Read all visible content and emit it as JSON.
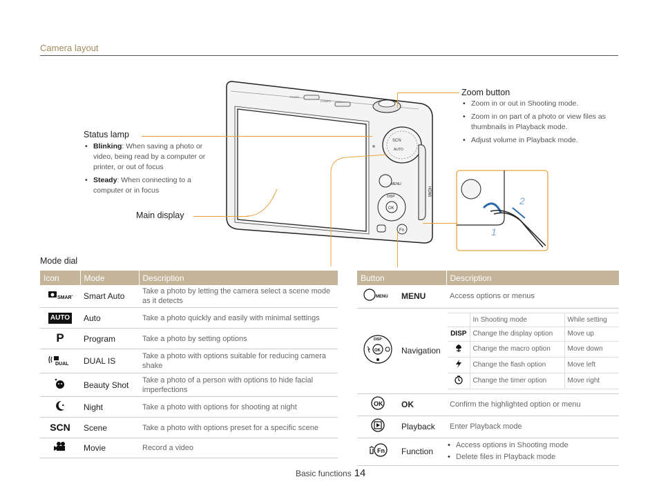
{
  "page": {
    "section_title": "Camera layout",
    "footer_text": "Basic functions",
    "page_number": "14"
  },
  "callouts": {
    "zoom_button": {
      "title": "Zoom button",
      "items": [
        "Zoom in or out in Shooting mode.",
        "Zoom in on part of a photo or view files as thumbnails in Playback mode.",
        "Adjust volume in Playback mode."
      ]
    },
    "status_lamp": {
      "title": "Status lamp",
      "items": [
        {
          "term": "Blinking",
          "text": ": When saving a photo or video, being read by a computer or printer, or out of focus"
        },
        {
          "term": "Steady",
          "text": ": When connecting to a computer or in focus"
        }
      ]
    },
    "main_display": {
      "title": "Main display"
    },
    "strap": {
      "label_1": "1",
      "label_2": "2"
    }
  },
  "mode_dial": {
    "title": "Mode dial",
    "headers": [
      "Icon",
      "Mode",
      "Description"
    ],
    "rows": [
      {
        "icon": "smart-auto-icon",
        "mode": "Smart Auto",
        "desc": "Take a photo by letting the camera select a scene mode as it detects"
      },
      {
        "icon": "auto-icon",
        "icon_text": "AUTO",
        "mode": "Auto",
        "desc": "Take a photo quickly and easily with minimal settings"
      },
      {
        "icon": "program-icon",
        "icon_text": "P",
        "mode": "Program",
        "desc": "Take a photo by setting options"
      },
      {
        "icon": "dual-is-icon",
        "mode": "DUAL IS",
        "desc": "Take a photo with options suitable for reducing camera shake"
      },
      {
        "icon": "beauty-shot-icon",
        "mode": "Beauty Shot",
        "desc": "Take a photo of a person with options to hide facial imperfections"
      },
      {
        "icon": "night-icon",
        "mode": "Night",
        "desc": "Take a photo with options for shooting at night"
      },
      {
        "icon": "scene-icon",
        "icon_text": "SCN",
        "mode": "Scene",
        "desc": "Take a photo with options preset for a specific scene"
      },
      {
        "icon": "movie-icon",
        "mode": "Movie",
        "desc": "Record a video"
      }
    ]
  },
  "buttons_table": {
    "headers": [
      "Button",
      "Description"
    ],
    "menu": {
      "icon": "menu-button-icon",
      "name": "MENU",
      "desc": "Access options or menus"
    },
    "navigation": {
      "icon": "navigation-pad-icon",
      "name": "Navigation",
      "sub_header": {
        "c1": "In Shooting mode",
        "c2": "While setting"
      },
      "sub_rows": [
        {
          "icon": "disp-icon",
          "icon_text": "DISP",
          "c1": "Change the display option",
          "c2": "Move up"
        },
        {
          "icon": "macro-icon",
          "c1": "Change the macro option",
          "c2": "Move down"
        },
        {
          "icon": "flash-icon",
          "c1": "Change the flash option",
          "c2": "Move left"
        },
        {
          "icon": "timer-icon",
          "c1": "Change the timer option",
          "c2": "Move right"
        }
      ]
    },
    "ok": {
      "icon": "ok-button-icon",
      "icon_text": "OK",
      "name": "OK",
      "desc": "Confirm the highlighted option or menu"
    },
    "playback": {
      "icon": "playback-button-icon",
      "name": "Playback",
      "desc": "Enter Playback mode"
    },
    "function": {
      "icon": "function-button-icon",
      "name": "Function",
      "items": [
        "Access options in Shooting mode",
        "Delete files in Playback mode"
      ]
    }
  },
  "colors": {
    "leader": "#e8a33a",
    "table_header": "#c4b49a",
    "title": "#a0895c"
  }
}
